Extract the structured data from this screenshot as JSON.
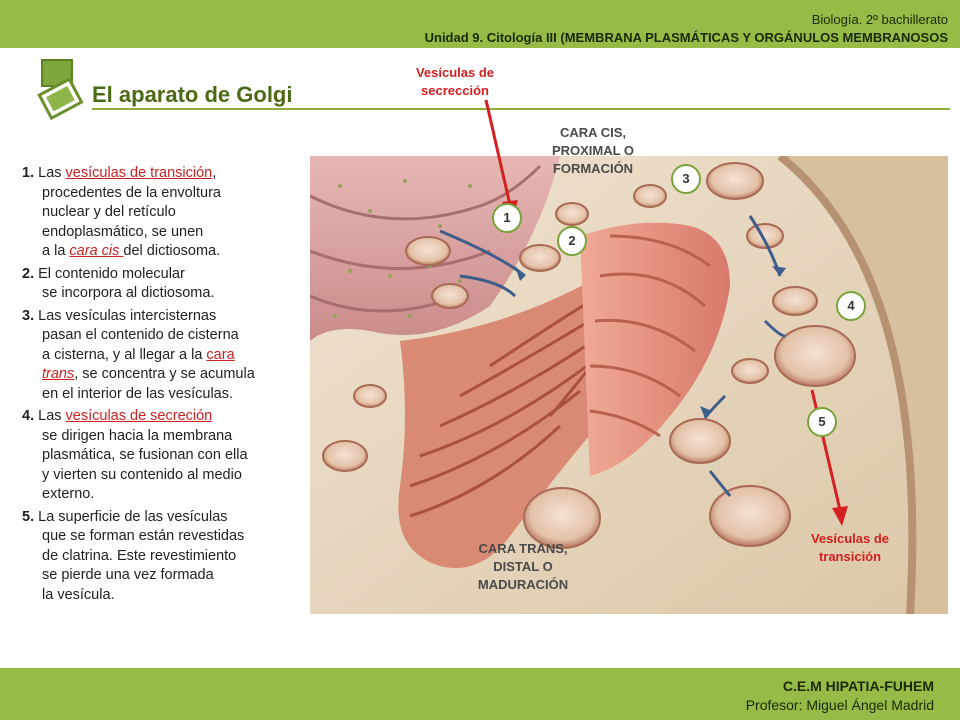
{
  "header": {
    "line1": "Biología. 2º bachillerato",
    "line2": "Unidad 9. Citología III (MEMBRANA PLASMÁTICAS Y ORGÁNULOS MEMBRANOSOS"
  },
  "title": "El aparato de Golgi",
  "items": [
    {
      "num": "1.",
      "p1": "Las ",
      "r1": "vesículas de transición",
      "p2": ",",
      "l1": "procedentes de la envoltura",
      "l2": "nuclear y del retículo",
      "l3": "endoplasmático, se unen",
      "l4a": "a la ",
      "l4r": "cara cis ",
      "l4b": "del dictiosoma."
    },
    {
      "num": "2.",
      "p1": "El contenido molecular",
      "l1": "se incorpora al dictiosoma."
    },
    {
      "num": "3.",
      "p1": "Las vesículas intercisternas",
      "l1": "pasan el contenido de cisterna",
      "l2a": "a cisterna, y al llegar a la ",
      "l2r": "cara",
      "l3r": "trans",
      "l3b": ", se concentra y se acumula",
      "l4": "en el interior de las vesículas."
    },
    {
      "num": "4.",
      "p1": "Las ",
      "r1": "vesículas de secreción",
      "l1": "se dirigen hacia la membrana",
      "l2": "plasmática, se fusionan con ella",
      "l3": "y vierten su contenido al medio",
      "l4": "externo."
    },
    {
      "num": "5.",
      "p1": "La superficie de las vesículas",
      "l1": "que se forman están revestidas",
      "l2": "de clatrina. Este revestimiento",
      "l3": "se pierde una vez formada",
      "l4": "la vesícula."
    }
  ],
  "diagram": {
    "label_secrecion_1": "Vesículas de",
    "label_secrecion_2": "secrección",
    "label_cis_1": "CARA CIS,",
    "label_cis_2": "PROXIMAL O",
    "label_cis_3": "FORMACIÓN",
    "label_trans_1": "CARA TRANS,",
    "label_trans_2": "DISTAL O",
    "label_trans_3": "MADURACIÓN",
    "label_transicion_1": "Vesículas de",
    "label_transicion_2": "transición",
    "badges": [
      "1",
      "2",
      "3",
      "4",
      "5"
    ]
  },
  "footer": {
    "school": "C.E.M HIPATIA-FUHEM",
    "teacher": "Profesor: Miguel Ángel Madrid"
  },
  "colors": {
    "bar_green": "#96bb46",
    "title_green": "#4a6b14",
    "red": "#d42020"
  }
}
